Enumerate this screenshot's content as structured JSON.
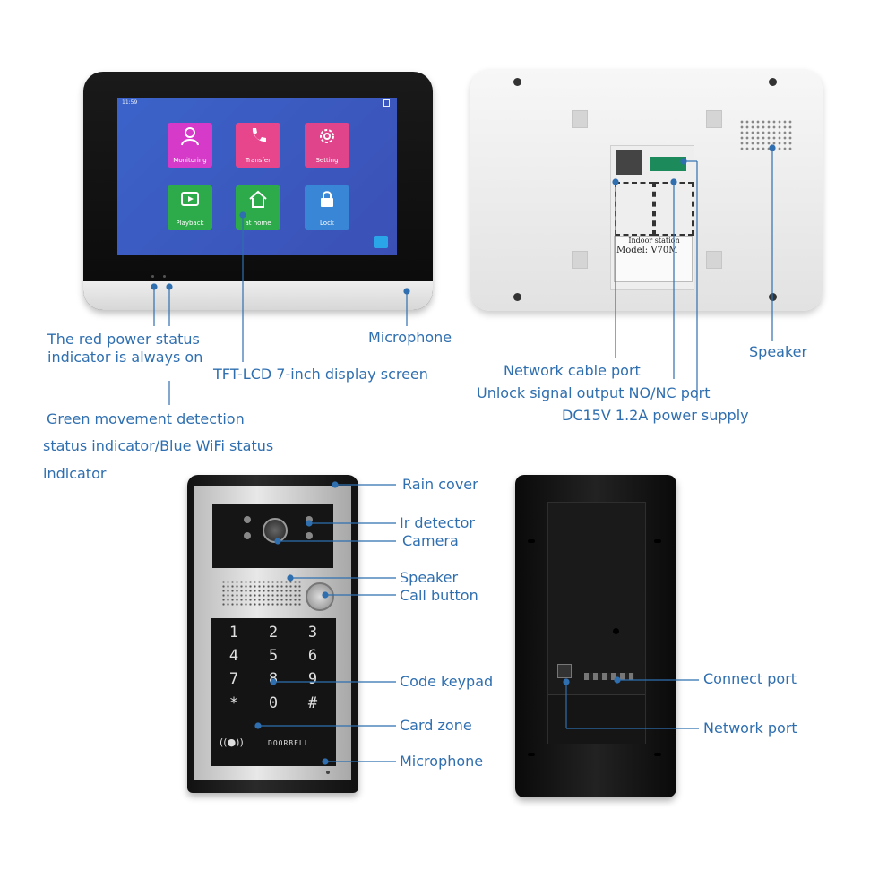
{
  "monitor_screen": {
    "time": "11:59",
    "apps": [
      {
        "label": "Monitoring",
        "icon": "user-icon",
        "color": "#d63ac9"
      },
      {
        "label": "Transfer",
        "icon": "phone-icon",
        "color": "#e8468c"
      },
      {
        "label": "Setting",
        "icon": "gear-icon",
        "color": "#e0458c"
      },
      {
        "label": "Playback",
        "icon": "play-icon",
        "color": "#2daa4a"
      },
      {
        "label": "at home",
        "icon": "home-icon",
        "color": "#2daa4a"
      },
      {
        "label": "Lock",
        "icon": "lock-icon",
        "color": "#3a86d6"
      }
    ]
  },
  "sticker": {
    "line1": "Indoor station",
    "line2": "Model: V70M"
  },
  "keypad": {
    "keys": [
      "1",
      "2",
      "3",
      "4",
      "5",
      "6",
      "7",
      "8",
      "9",
      "*",
      "0",
      "#"
    ],
    "brand": "DOORBELL"
  },
  "labels": {
    "red_power": "The red power status indicator is always on",
    "green_movement": "Green movement detection",
    "wifi_status": "status indicator/Blue WiFi status",
    "indicator": "indicator",
    "display": "TFT-LCD 7-inch display screen",
    "microphone_monitor": "Microphone",
    "network_cable": "Network cable port",
    "unlock_signal": "Unlock signal output NO/NC port",
    "power_supply": "DC15V 1.2A power supply",
    "speaker_monitor": "Speaker",
    "rain_cover": "Rain cover",
    "ir_detector": "Ir detector",
    "camera": "Camera",
    "speaker_door": "Speaker",
    "call_button": "Call button",
    "code_keypad": "Code keypad",
    "card_zone": "Card zone",
    "microphone_door": "Microphone",
    "connect_port": "Connect port",
    "network_port": "Network port"
  },
  "colors": {
    "label": "#2f6fb0",
    "screen": "#3b5bc2"
  }
}
